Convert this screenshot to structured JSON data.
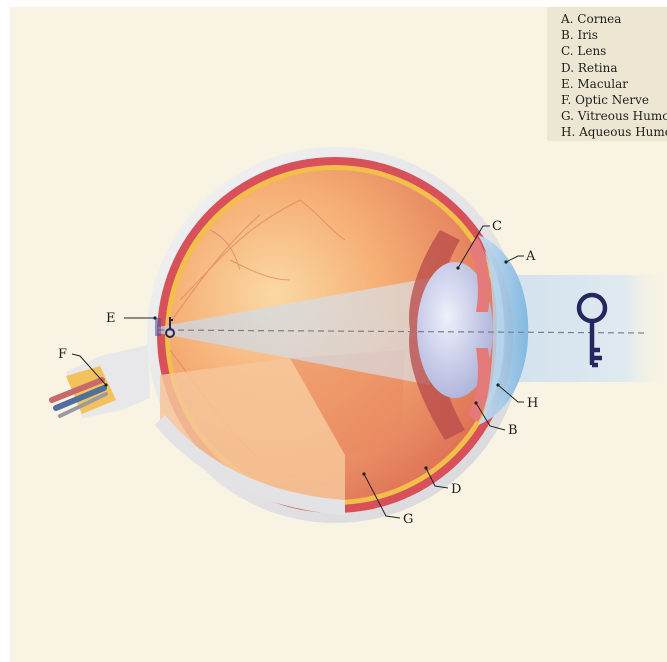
{
  "legend": {
    "items": [
      {
        "label": "A. Cornea"
      },
      {
        "label": "B. Iris"
      },
      {
        "label": "C. Lens"
      },
      {
        "label": "D. Retina"
      },
      {
        "label": "E. Macular"
      },
      {
        "label": "F. Optic Nerve"
      },
      {
        "label": "G. Vitreous Humor"
      },
      {
        "label": "H. Aqueous Humor"
      }
    ]
  },
  "callouts": {
    "A": "A",
    "B": "B",
    "C": "C",
    "D": "D",
    "E": "E",
    "F": "F",
    "G": "G",
    "H": "H"
  },
  "colors": {
    "background": "#f8f3e3",
    "legend_background": "#ece6d3",
    "sclera": "#e9e9eb",
    "choroid": "#d8505a",
    "retina": "#f2bf4a",
    "vitreous": "#f2a068",
    "cornea": "#9cc8e6",
    "lens": "#d6d8ee",
    "key": "#26275e",
    "nerve_sheath": "#f3c25a"
  }
}
